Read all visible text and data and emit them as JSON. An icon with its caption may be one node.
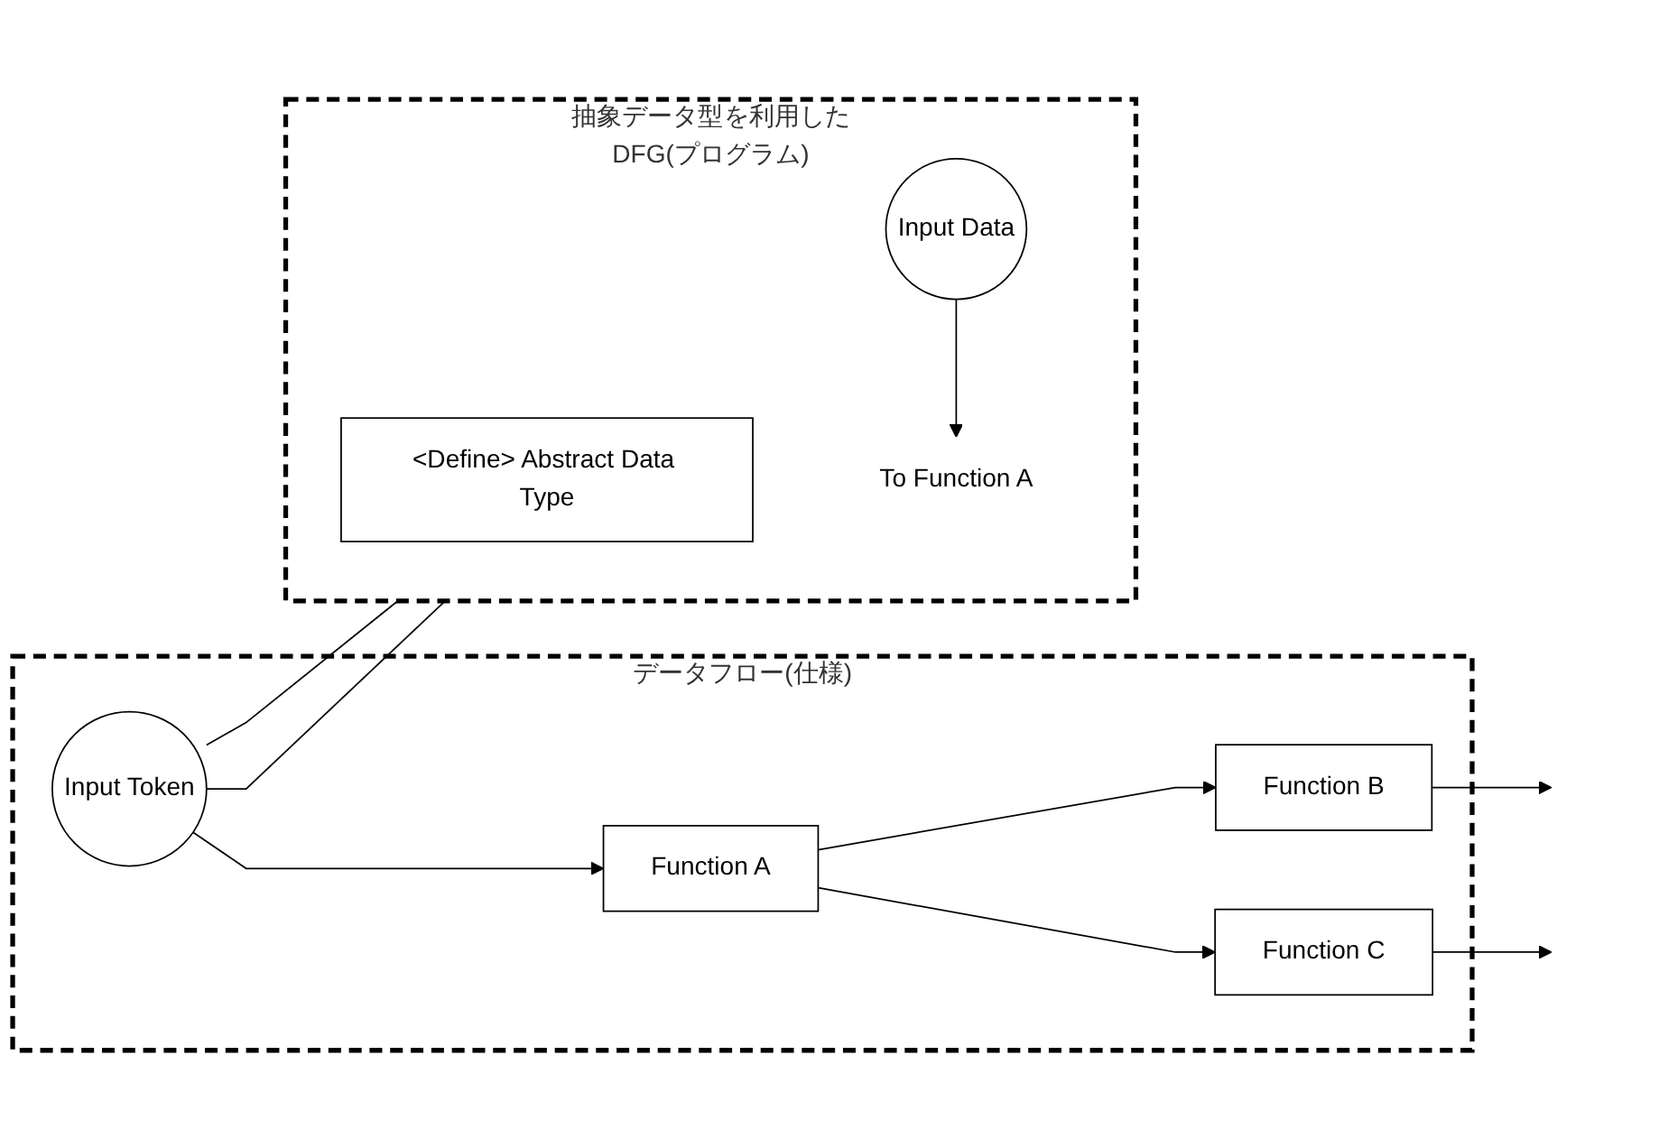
{
  "diagram": {
    "nodes": [
      {
        "text": [
          "データフロー(仕様)"
        ]
      },
      {
        "text": [
          "Input Token"
        ],
        "in": 0
      },
      {
        "text": [
          "Function A"
        ],
        "in": 0
      },
      {
        "text": [
          "Function B"
        ],
        "in": 0
      },
      {
        "text": [
          "Function C"
        ],
        "in": 0
      },
      {
        "text": [
          "抽象データ型を利用したDFG(プログラム)"
        ]
      },
      {
        "text": [
          "<Define> Abstract Data Type"
        ],
        "in": 5
      },
      {
        "text": [
          "Input Data"
        ],
        "in": 5
      },
      {
        "text": [
          "To Function A"
        ],
        "in": 5
      }
    ],
    "edges": [
      {
        "from": 1,
        "to": 2,
        "arrow": "to"
      },
      {
        "from": 2,
        "to": 3,
        "arrow": "to"
      },
      {
        "from": 2,
        "to": 4,
        "arrow": "to"
      },
      {
        "from": 3,
        "to": null,
        "arrow": "to"
      },
      {
        "from": 4,
        "to": null,
        "arrow": "to"
      },
      {
        "from": 1,
        "to": 5,
        "arrow": "none"
      },
      {
        "from": 1,
        "to": 5,
        "arrow": "none"
      },
      {
        "from": 7,
        "to": 8,
        "arrow": "to"
      }
    ]
  }
}
